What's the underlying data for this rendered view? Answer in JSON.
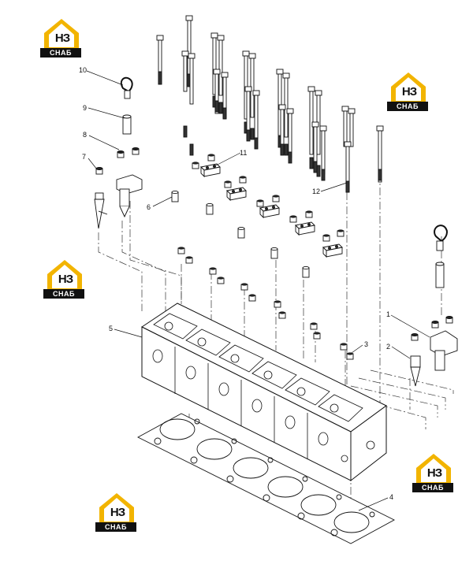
{
  "brand": {
    "logo_mark": "НЗ",
    "logo_name": "СНАБ",
    "accent_color": "#f2b400",
    "mark_color": "#111111"
  },
  "callouts": [
    "1",
    "2",
    "3",
    "4",
    "5",
    "6",
    "7",
    "8",
    "9",
    "10",
    "11",
    "12"
  ]
}
